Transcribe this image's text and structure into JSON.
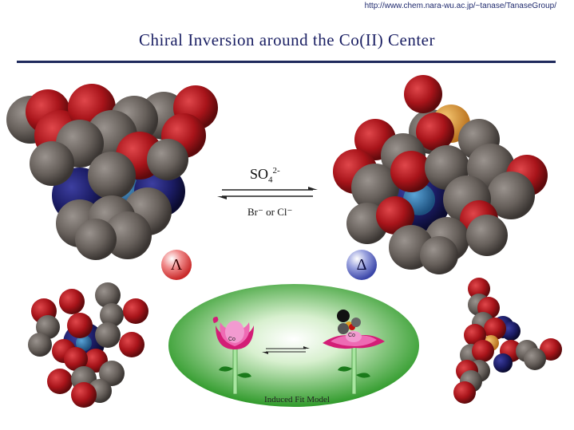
{
  "header": {
    "url": "http://www.chem.nara-wu.ac.jp/~tanase/TanaseGroup/",
    "title": "Chiral Inversion around the Co(II) Center"
  },
  "reaction": {
    "forward_reagent_base": "SO",
    "forward_reagent_sub": "4",
    "forward_reagent_sup": "2-",
    "reverse_reagent": "Br⁻ or Cl⁻"
  },
  "isomers": {
    "left_symbol": "Λ",
    "right_symbol": "Δ"
  },
  "model": {
    "caption": "Induced Fit Model",
    "left_flower_label": "Co",
    "right_flower_label": "Co"
  },
  "colors": {
    "oxygen": "#b0161c",
    "carbon": "#6d6661",
    "nitrogen": "#1e1f6b",
    "cobalt": "#2a6fa6",
    "sulfur": "#e09a2a",
    "title": "#1a1f63",
    "rule": "#1f2a5c"
  }
}
